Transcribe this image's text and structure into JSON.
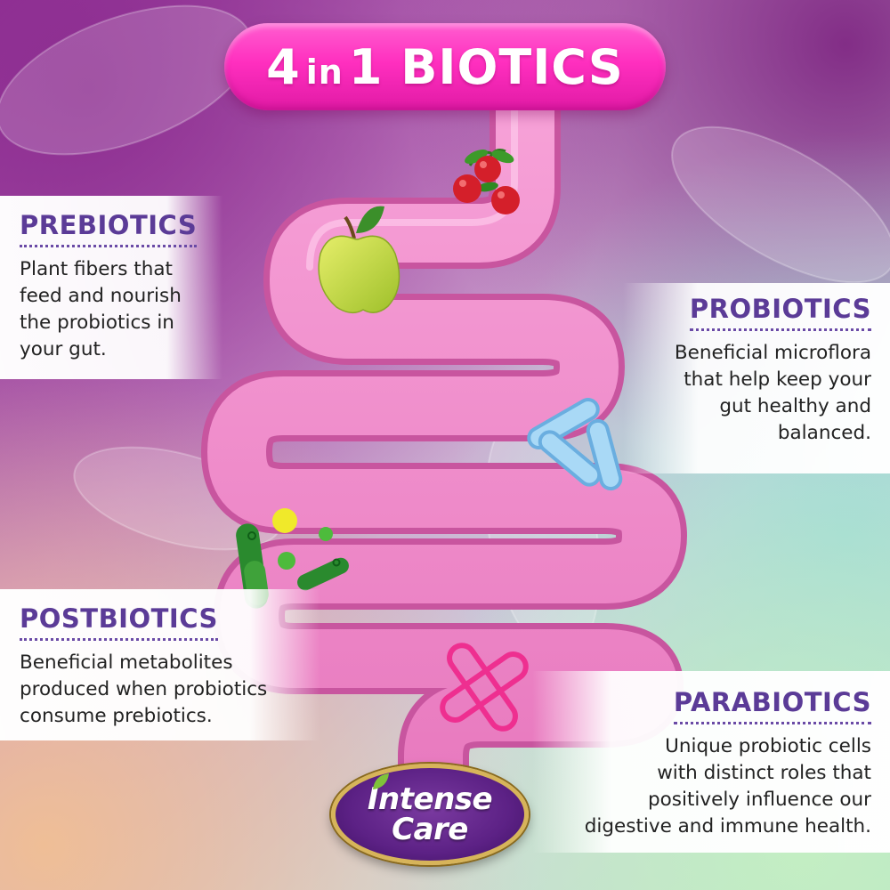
{
  "title": {
    "number": "4",
    "connector": "in",
    "rest": "1 BIOTICS"
  },
  "sections": {
    "prebiotics": {
      "heading": "PREBIOTICS",
      "lines": [
        "Plant fibers that",
        "feed and nourish",
        "the probiotics in",
        "your gut."
      ]
    },
    "probiotics": {
      "heading": "PROBIOTICS",
      "lines": [
        "Beneficial microflora",
        "that help keep your",
        "gut healthy and",
        "balanced."
      ]
    },
    "postbiotics": {
      "heading": "POSTBIOTICS",
      "lines": [
        "Beneficial metabolites",
        "produced when probiotics",
        "consume prebiotics."
      ]
    },
    "parabiotics": {
      "heading": "PARABIOTICS",
      "lines": [
        "Unique probiotic cells",
        "with distinct roles that",
        "positively influence our",
        "digestive and immune health."
      ]
    }
  },
  "logo": {
    "line1": "Intense",
    "line2": "Care"
  },
  "colors": {
    "heading": "#5b3b97",
    "title_pill": "#ff2fbf",
    "intestine": "#f088c8",
    "logo_bg": "#5c2185",
    "logo_ring": "#d7b45a"
  },
  "icons": [
    "cherry-cluster-icon",
    "apple-icon",
    "bacteria-rods-icon",
    "metabolite-cells-icon",
    "cross-cell-icon",
    "leaf-icon"
  ]
}
